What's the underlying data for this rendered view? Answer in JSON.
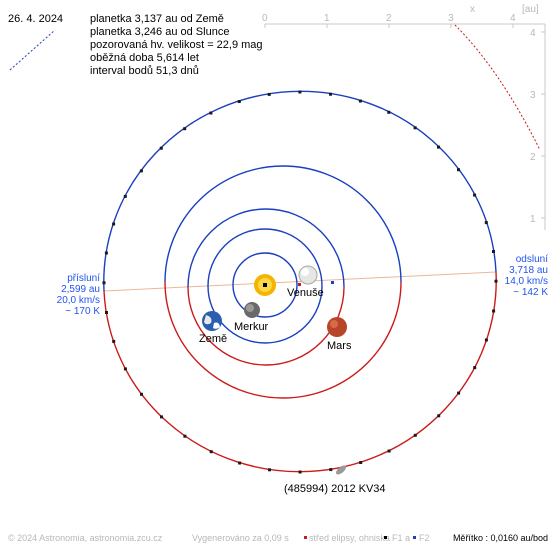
{
  "date": "26. 4. 2024",
  "info_lines": [
    "planetka 3,137 au od Země",
    "planetka 3,246 au od Slunce",
    "pozorovaná hv. velikost = 22,9 mag",
    "oběžná doba 5,614 let",
    "interval bodů 51,3 dnů"
  ],
  "axis": {
    "x_label": "x",
    "y_label": "[au]",
    "x_ticks": [
      "0",
      "1",
      "2",
      "3",
      "4"
    ],
    "y_ticks": [
      "1",
      "2",
      "3",
      "4"
    ]
  },
  "planets": {
    "venus": "Venuše",
    "mercury": "Merkur",
    "earth": "Země",
    "mars": "Mars"
  },
  "perihelion": {
    "title": "přísluní",
    "distance": "2,599 au",
    "speed": "20,0 km/s",
    "temp": "~ 170 K"
  },
  "aphelion": {
    "title": "odsluní",
    "distance": "3,718 au",
    "speed": "14,0 km/s",
    "temp": "~ 142 K"
  },
  "asteroid_name": "(485994) 2012 KV34",
  "footer": {
    "copyright": "© 2024 Astronomia, astronomia.zcu.cz",
    "generated": "Vygenerováno za 0,09 s",
    "legend_center": "střed elipsy, ohniska",
    "legend_f1": "F1",
    "legend_a": "a",
    "legend_f2": "F2",
    "scale": "Měřítko : 0,0160 au/bod"
  },
  "colors": {
    "orbit_blue": "#1a3fbf",
    "orbit_red": "#cc1a1a",
    "label_blue": "#2255ee",
    "apsides_line": "#e8b898"
  }
}
